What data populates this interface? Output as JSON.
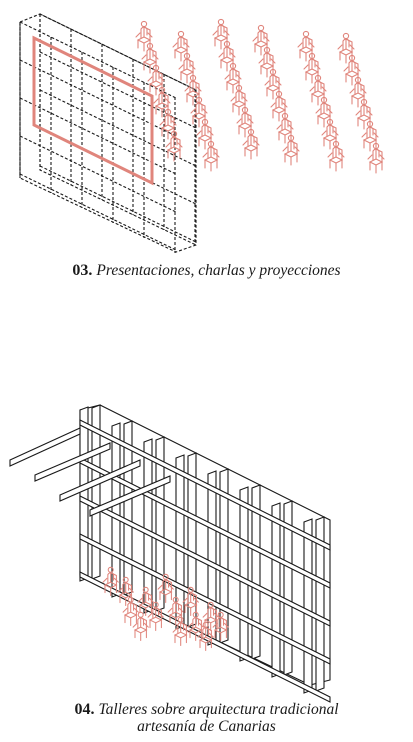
{
  "captions": [
    {
      "number": "03.",
      "text": "Presentaciones, charlas y proyecciones"
    },
    {
      "number": "04.",
      "text": "Talleres sobre arquitectura tradicional",
      "text_line2": "artesanía de Canarias"
    }
  ],
  "colors": {
    "line": "#1a1a1a",
    "accent": "#e0857c"
  }
}
